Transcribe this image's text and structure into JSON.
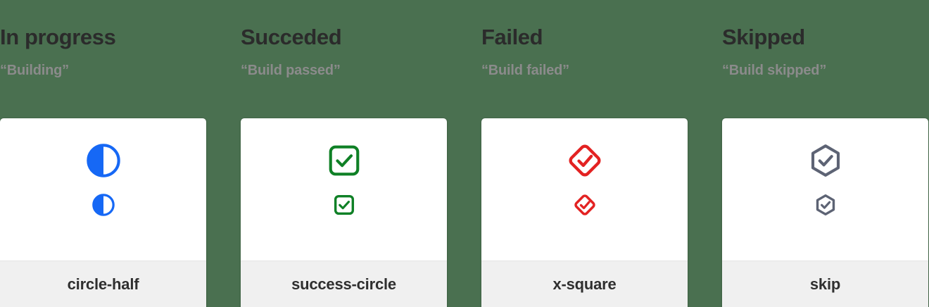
{
  "background_color": "#4a7050",
  "columns": [
    {
      "heading": "In progress",
      "subheading": "“Building”",
      "icon_name": "circle-half-icon",
      "icon_label": "circle-half",
      "icon_color": "#1668f5"
    },
    {
      "heading": "Succeded",
      "subheading": "“Build passed”",
      "icon_name": "success-circle-icon",
      "icon_label": "success-circle",
      "icon_color": "#0f8026"
    },
    {
      "heading": "Failed",
      "subheading": "“Build failed”",
      "icon_name": "x-square-icon",
      "icon_label": "x-square",
      "icon_color": "#e32222"
    },
    {
      "heading": "Skipped",
      "subheading": "“Build skipped”",
      "icon_name": "skip-icon",
      "icon_label": "skip",
      "icon_color": "#5d6374"
    }
  ]
}
